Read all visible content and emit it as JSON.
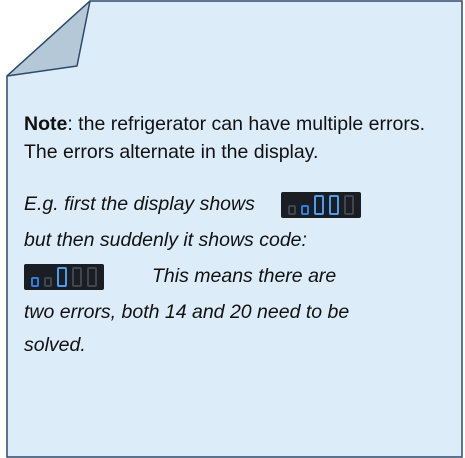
{
  "note": {
    "label": "Note",
    "paragraph_rest": ": the refrigerator can have multiple errors. The errors alternate in the display.",
    "example_lines": [
      "E.g. first the display shows",
      "but then suddenly it shows code:",
      "This means there are",
      "two errors, both 14 and 20 need to be",
      "solved."
    ]
  },
  "displays": [
    {
      "name": "error-display-first",
      "lit_digits": [
        false,
        true,
        true,
        true,
        false
      ]
    },
    {
      "name": "error-display-second",
      "lit_digits": [
        true,
        false,
        true,
        false,
        false
      ]
    }
  ],
  "colors": {
    "note_fill": "#dcecf8",
    "note_border": "#2e4a6a",
    "fold_fill": "#b4c8d8",
    "display_bg": "#1a1d21",
    "digit_lit": "#4b9df2",
    "digit_unlit": "#3f4650"
  }
}
